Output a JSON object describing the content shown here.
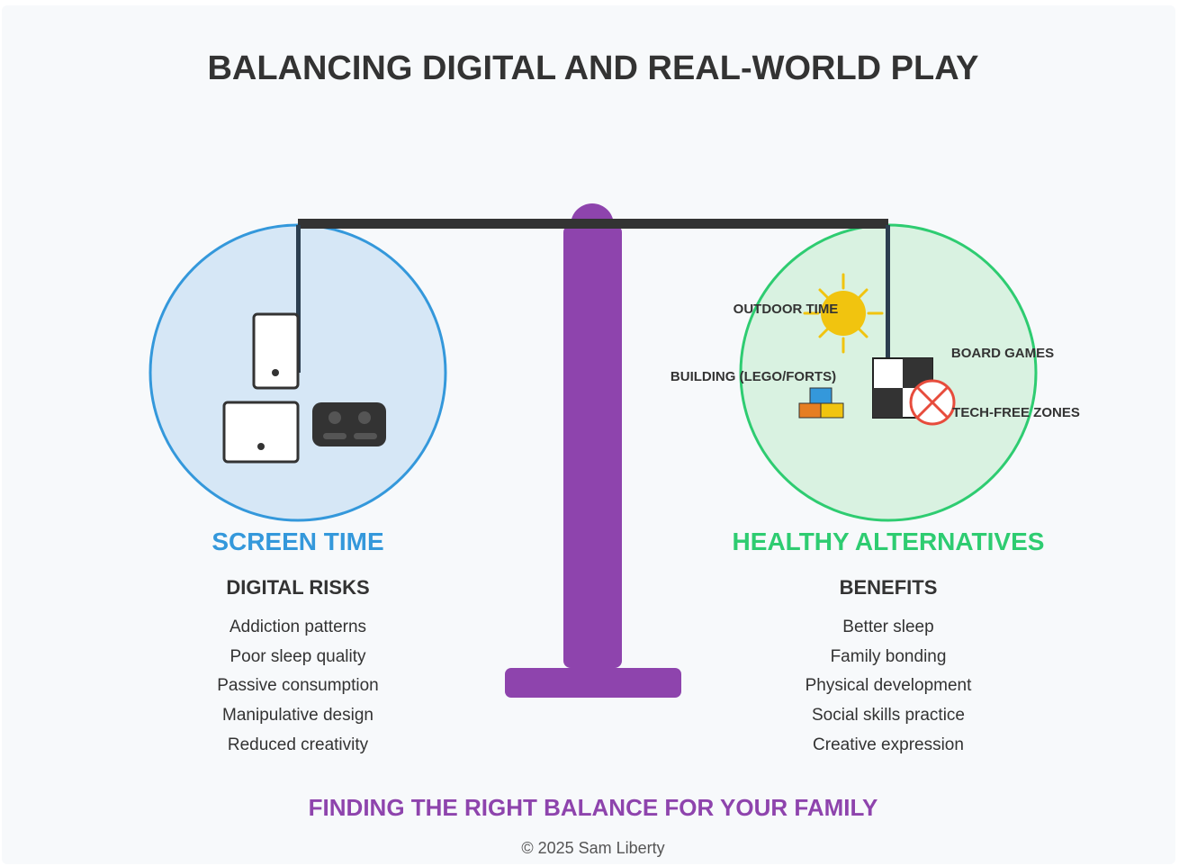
{
  "title": "BALANCING DIGITAL AND REAL-WORLD PLAY",
  "colors": {
    "background": "#f7f9fb",
    "title": "#333333",
    "beam": "#333333",
    "stand": "#8e44ad",
    "screen_time": "#3498db",
    "screen_time_fill": "#d6e7f6",
    "healthy": "#2ecc71",
    "healthy_fill": "#d9f2e1",
    "device_stroke": "#333333",
    "sun": "#f1c40f",
    "lego_blue": "#3498db",
    "lego_orange": "#e67e22",
    "lego_yellow": "#f1c40f",
    "no_tech": "#e74c3c"
  },
  "left": {
    "heading": "SCREEN TIME",
    "subheading": "DIGITAL RISKS",
    "items": [
      "Addiction patterns",
      "Poor sleep quality",
      "Passive consumption",
      "Manipulative design",
      "Reduced creativity"
    ],
    "icons": [
      "smartphone-icon",
      "tablet-icon",
      "game-controller-icon"
    ]
  },
  "right": {
    "heading": "HEALTHY ALTERNATIVES",
    "subheading": "BENEFITS",
    "items": [
      "Better sleep",
      "Family bonding",
      "Physical development",
      "Social skills practice",
      "Creative expression"
    ],
    "labels": {
      "outdoor": "OUTDOOR TIME",
      "board": "BOARD GAMES",
      "building": "BUILDING (LEGO/FORTS)",
      "tech_free": "TECH-FREE ZONES"
    }
  },
  "footer": {
    "tagline": "FINDING THE RIGHT BALANCE FOR YOUR FAMILY",
    "copyright": "© 2025 Sam Liberty"
  }
}
